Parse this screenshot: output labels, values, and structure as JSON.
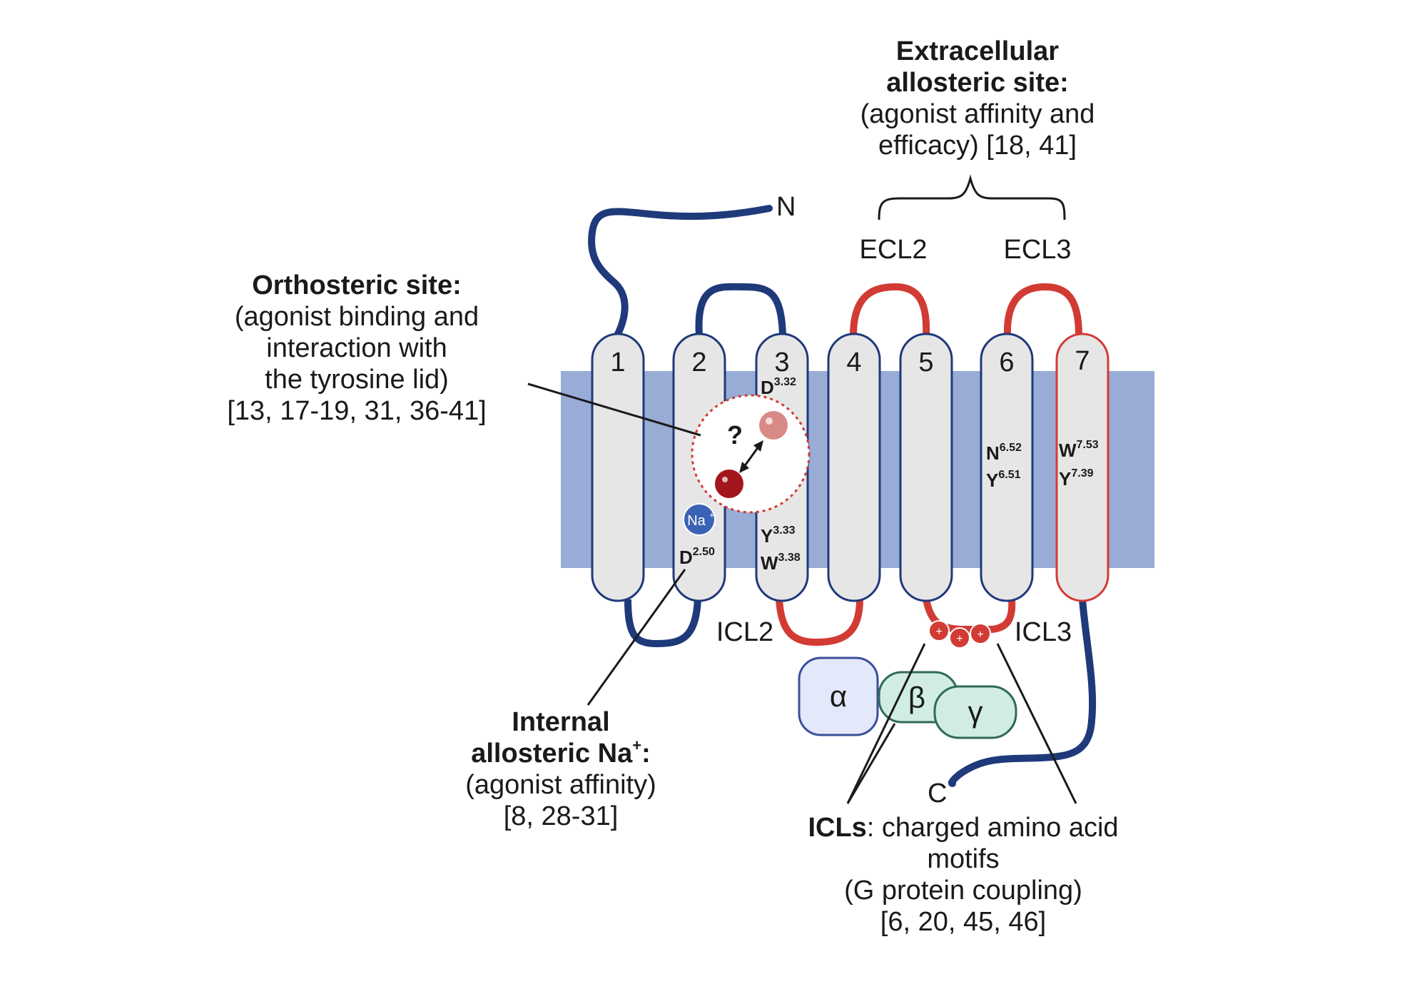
{
  "colors": {
    "membrane": "#98acd6",
    "helix_fill": "#e6e6e6",
    "helix_stroke_blue": "#1f3a7a",
    "loop_blue": "#1f3a7a",
    "loop_red": "#d23b34",
    "ligand_light": "#d88a86",
    "ligand_dark": "#a3161b",
    "na_ion": "#3a63b5",
    "g_alpha_fill": "#e3e8fa",
    "g_beta_gamma_fill": "#d0ece4",
    "g_beta_gamma_stroke": "#2f6a58"
  },
  "termini": {
    "n": "N",
    "c": "C"
  },
  "helices": [
    {
      "number": "1",
      "outline": "blue"
    },
    {
      "number": "2",
      "outline": "blue"
    },
    {
      "number": "3",
      "outline": "blue"
    },
    {
      "number": "4",
      "outline": "blue"
    },
    {
      "number": "5",
      "outline": "blue"
    },
    {
      "number": "6",
      "outline": "blue"
    },
    {
      "number": "7",
      "outline": "red"
    }
  ],
  "loops": {
    "ecl2": "ECL2",
    "ecl3": "ECL3",
    "icl2": "ICL2",
    "icl3": "ICL3"
  },
  "residues": {
    "d332": {
      "base": "D",
      "sup": "3.32"
    },
    "y333": {
      "base": "Y",
      "sup": "3.33"
    },
    "w338": {
      "base": "W",
      "sup": "3.38"
    },
    "d250": {
      "base": "D",
      "sup": "2.50"
    },
    "n652": {
      "base": "N",
      "sup": "6.52"
    },
    "y651": {
      "base": "Y",
      "sup": "6.51"
    },
    "w753": {
      "base": "W",
      "sup": "7.53"
    },
    "y739": {
      "base": "Y",
      "sup": "7.39"
    }
  },
  "ions": {
    "na_label": "Na",
    "na_charge": "+"
  },
  "orthosteric_question": "?",
  "charge_symbols": [
    "+",
    "+",
    "+"
  ],
  "g_protein": {
    "alpha": "α",
    "beta": "β",
    "gamma": "γ"
  },
  "annotations": {
    "extracellular": {
      "title_line1": "Extracellular",
      "title_line2": "allosteric site:",
      "desc_line1": "(agonist affinity and",
      "desc_line2": "efficacy) [18, 41]"
    },
    "orthosteric": {
      "title": "Orthosteric site:",
      "line1": "(agonist binding and",
      "line2": "interaction with",
      "line3": "the tyrosine lid)",
      "line4": "[13, 17-19, 31, 36-41]"
    },
    "internal": {
      "title_line1": "Internal",
      "title_line2_prefix": "allosteric Na",
      "title_line2_sup": "+",
      "title_line2_suffix": ":",
      "line1": "(agonist affinity)",
      "line2": "[8, 28-31]"
    },
    "icls": {
      "title": "ICLs",
      "title_rest": ": charged amino acid",
      "line2": "motifs",
      "line3": "(G protein coupling)",
      "line4": "[6, 20, 45, 46]"
    }
  }
}
